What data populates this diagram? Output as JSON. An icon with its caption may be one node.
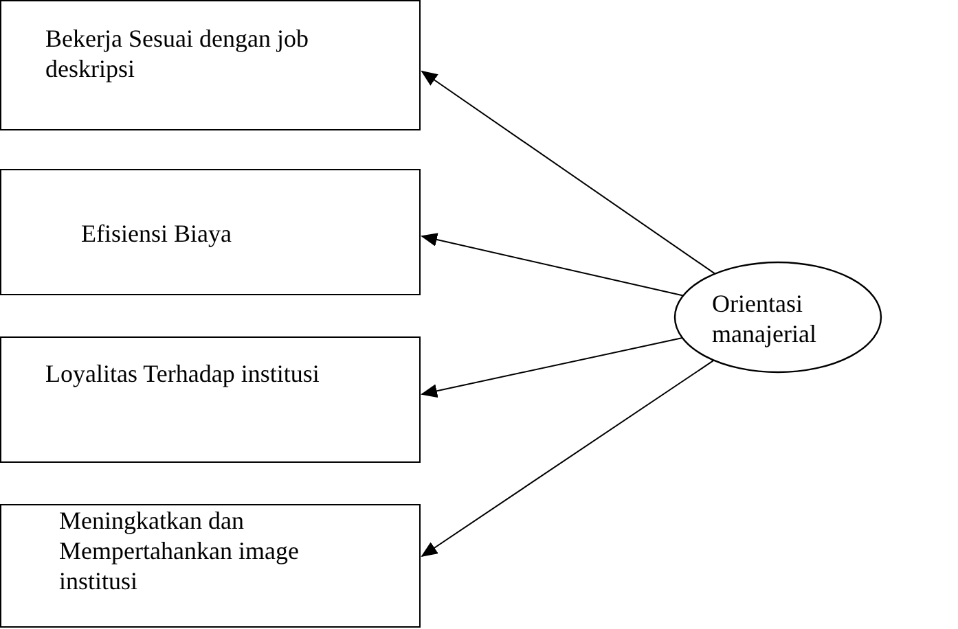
{
  "diagram": {
    "nodes": [
      {
        "text": [
          "Bekerja Sesuai dengan job deskripsi"
        ]
      },
      {
        "text": [
          "Efisiensi Biaya"
        ]
      },
      {
        "text": [
          "Loyalitas Terhadap institusi"
        ]
      },
      {
        "text": [
          "Meningkatkan dan Mempertahankan image institusi"
        ]
      },
      {
        "text": [
          "Orientasi manajerial"
        ]
      }
    ],
    "edges": [
      {
        "from": 4,
        "to": 0,
        "arrow": "to"
      },
      {
        "from": 4,
        "to": 1,
        "arrow": "to"
      },
      {
        "from": 4,
        "to": 2,
        "arrow": "to"
      },
      {
        "from": 4,
        "to": 3,
        "arrow": "to"
      }
    ]
  }
}
